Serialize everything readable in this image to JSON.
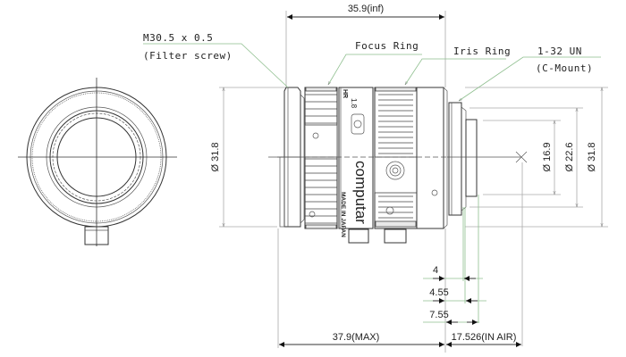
{
  "title": "Lens dimensional drawing",
  "brand": "computar",
  "engraving": {
    "fnumber": "1.8",
    "mark": "HR",
    "origin": "MADE IN JAPAN"
  },
  "callouts": {
    "filter_thread": "M30.5 x 0.5",
    "filter_note": "(Filter screw)",
    "focus_ring": "Focus Ring",
    "iris_ring": "Iris Ring",
    "mount_thread": "1-32 UN",
    "mount_note": "(C-Mount)"
  },
  "dimensions": {
    "length_inf": "35.9(inf)",
    "length_max": "37.9(MAX)",
    "flange_back": "17.526(IN AIR)",
    "mount_4": "4",
    "mount_455": "4.55",
    "mount_755": "7.55",
    "dia_front": "Ø 31.8",
    "dia_rear": "Ø 31.8",
    "dia_mount": "Ø 22.6",
    "dia_rear_glass": "Ø 16.9"
  }
}
